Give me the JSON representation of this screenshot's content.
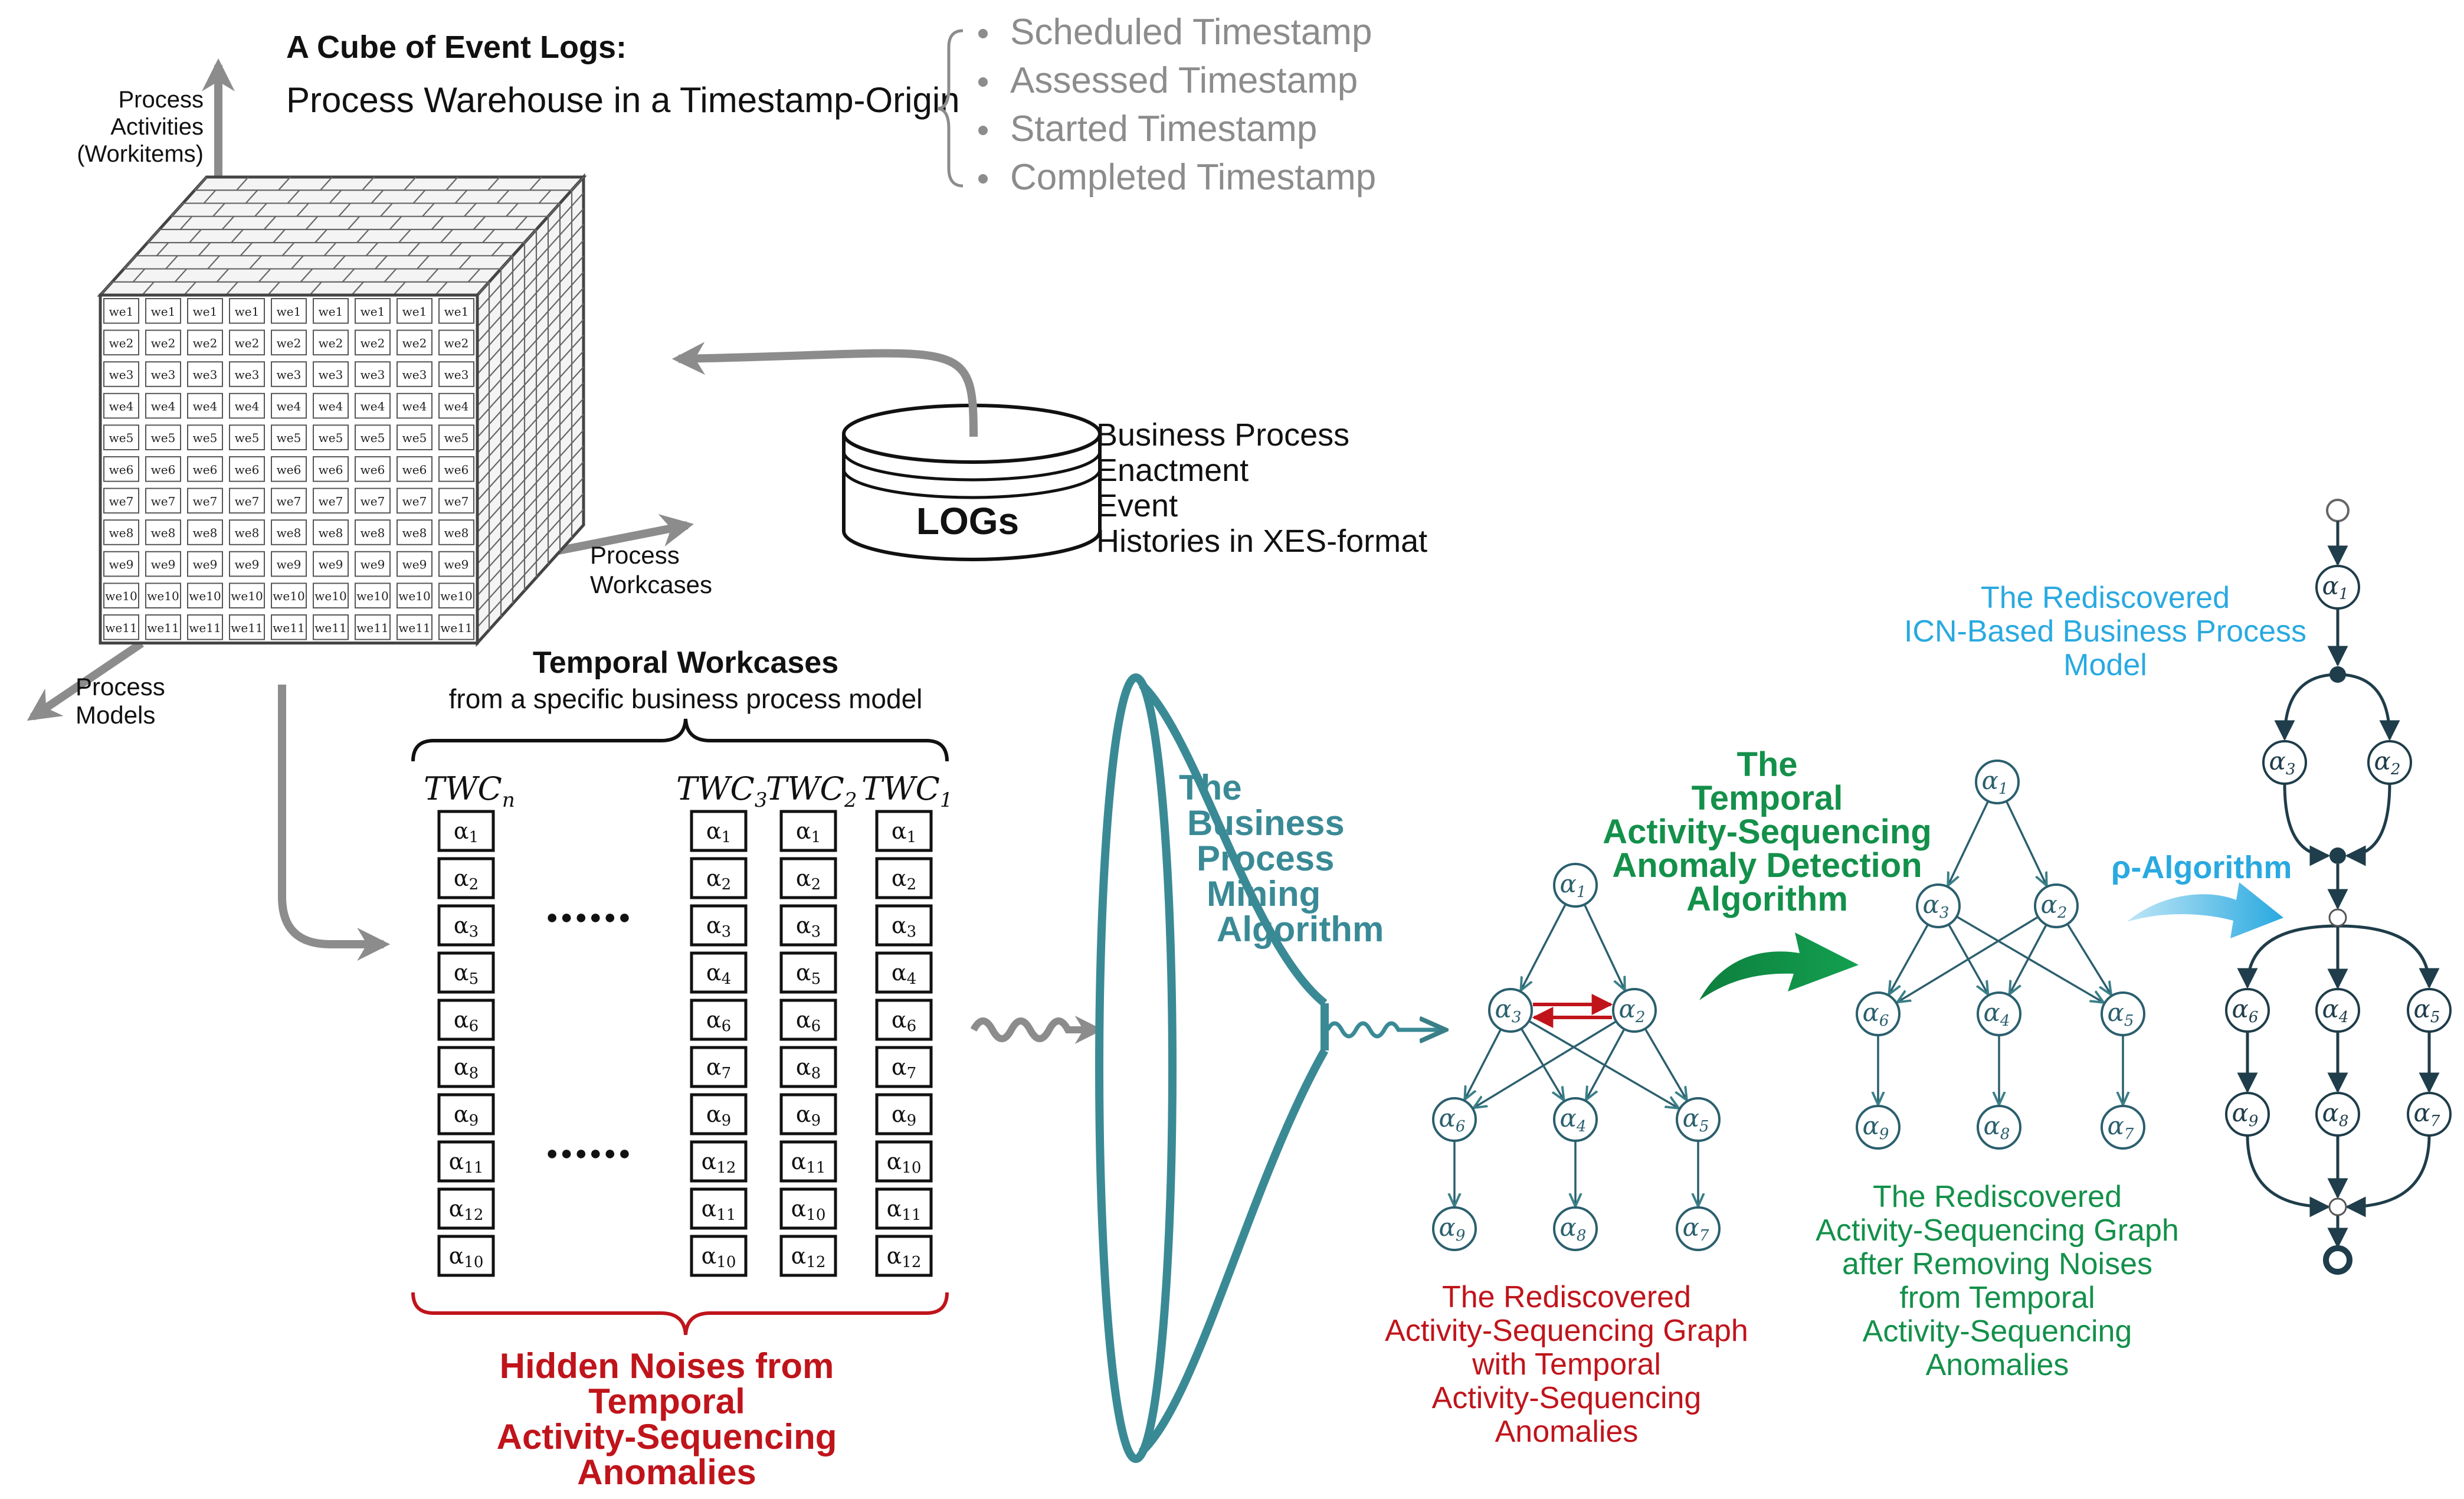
{
  "colors": {
    "teal": "#3a8a96",
    "green": "#13904a",
    "red": "#c0141b",
    "cyan": "#29a9e0",
    "dark": "#1f3d4a",
    "gray": "#8c8c8c"
  },
  "cube": {
    "title": "A Cube of Event Logs:",
    "subtitle": "Process Warehouse in a Timestamp-Origin",
    "axis_activities": [
      "Process",
      "Activities",
      "(Workitems)"
    ],
    "axis_workcases": [
      "Process",
      "Workcases"
    ],
    "axis_models": [
      "Process",
      "Models"
    ],
    "cell_rows": [
      "we1",
      "we2",
      "we3",
      "we4",
      "we5",
      "we6",
      "we7",
      "we8",
      "we9",
      "we10",
      "we11"
    ]
  },
  "timestamps": [
    "Scheduled Timestamp",
    "Assessed Timestamp",
    "Started Timestamp",
    "Completed Timestamp"
  ],
  "logs": {
    "label": "LOGs",
    "description": [
      "Business Process",
      "Enactment",
      "Event",
      "Histories in XES-format"
    ]
  },
  "workcases": {
    "title": "Temporal Workcases",
    "subtitle": "from a specific business process model",
    "dots": "●●●●●●",
    "columns": [
      {
        "label": "TWC",
        "sub": "n",
        "items": [
          "α1",
          "α2",
          "α3",
          "α5",
          "α6",
          "α8",
          "α9",
          "α11",
          "α12",
          "α10"
        ]
      },
      {
        "label": "TWC",
        "sub": "3",
        "items": [
          "α1",
          "α2",
          "α3",
          "α4",
          "α6",
          "α7",
          "α9",
          "α12",
          "α11",
          "α10"
        ]
      },
      {
        "label": "TWC",
        "sub": "2",
        "items": [
          "α1",
          "α2",
          "α3",
          "α5",
          "α6",
          "α8",
          "α9",
          "α11",
          "α10",
          "α12"
        ]
      },
      {
        "label": "TWC",
        "sub": "1",
        "items": [
          "α1",
          "α2",
          "α3",
          "α4",
          "α6",
          "α7",
          "α9",
          "α10",
          "α11",
          "α12"
        ]
      }
    ],
    "noise_label": [
      "Hidden Noises from",
      "Temporal",
      "Activity-Sequencing",
      "Anomalies"
    ]
  },
  "mining": {
    "label": [
      "The",
      "Business",
      "Process",
      "Mining",
      "Algorithm"
    ]
  },
  "graph1": {
    "caption": [
      "The Rediscovered",
      "Activity-Sequencing Graph",
      "with Temporal",
      "Activity-Sequencing",
      "Anomalies"
    ],
    "nodes": [
      {
        "id": "α1",
        "sub": "1"
      },
      {
        "id": "α3",
        "sub": "3"
      },
      {
        "id": "α2",
        "sub": "2"
      },
      {
        "id": "α6",
        "sub": "6"
      },
      {
        "id": "α4",
        "sub": "4"
      },
      {
        "id": "α5",
        "sub": "5"
      },
      {
        "id": "α9",
        "sub": "9"
      },
      {
        "id": "α8",
        "sub": "8"
      },
      {
        "id": "α7",
        "sub": "7"
      }
    ]
  },
  "anomaly": {
    "label": [
      "The",
      "Temporal",
      "Activity-Sequencing",
      "Anomaly Detection",
      "Algorithm"
    ]
  },
  "graph2": {
    "caption": [
      "The Rediscovered",
      "Activity-Sequencing Graph",
      "after Removing Noises",
      "from Temporal",
      "Activity-Sequencing",
      "Anomalies"
    ]
  },
  "rho": {
    "label": "ρ-Algorithm"
  },
  "icn": {
    "caption": [
      "The Rediscovered",
      "ICN-Based Business Process",
      "Model"
    ]
  }
}
